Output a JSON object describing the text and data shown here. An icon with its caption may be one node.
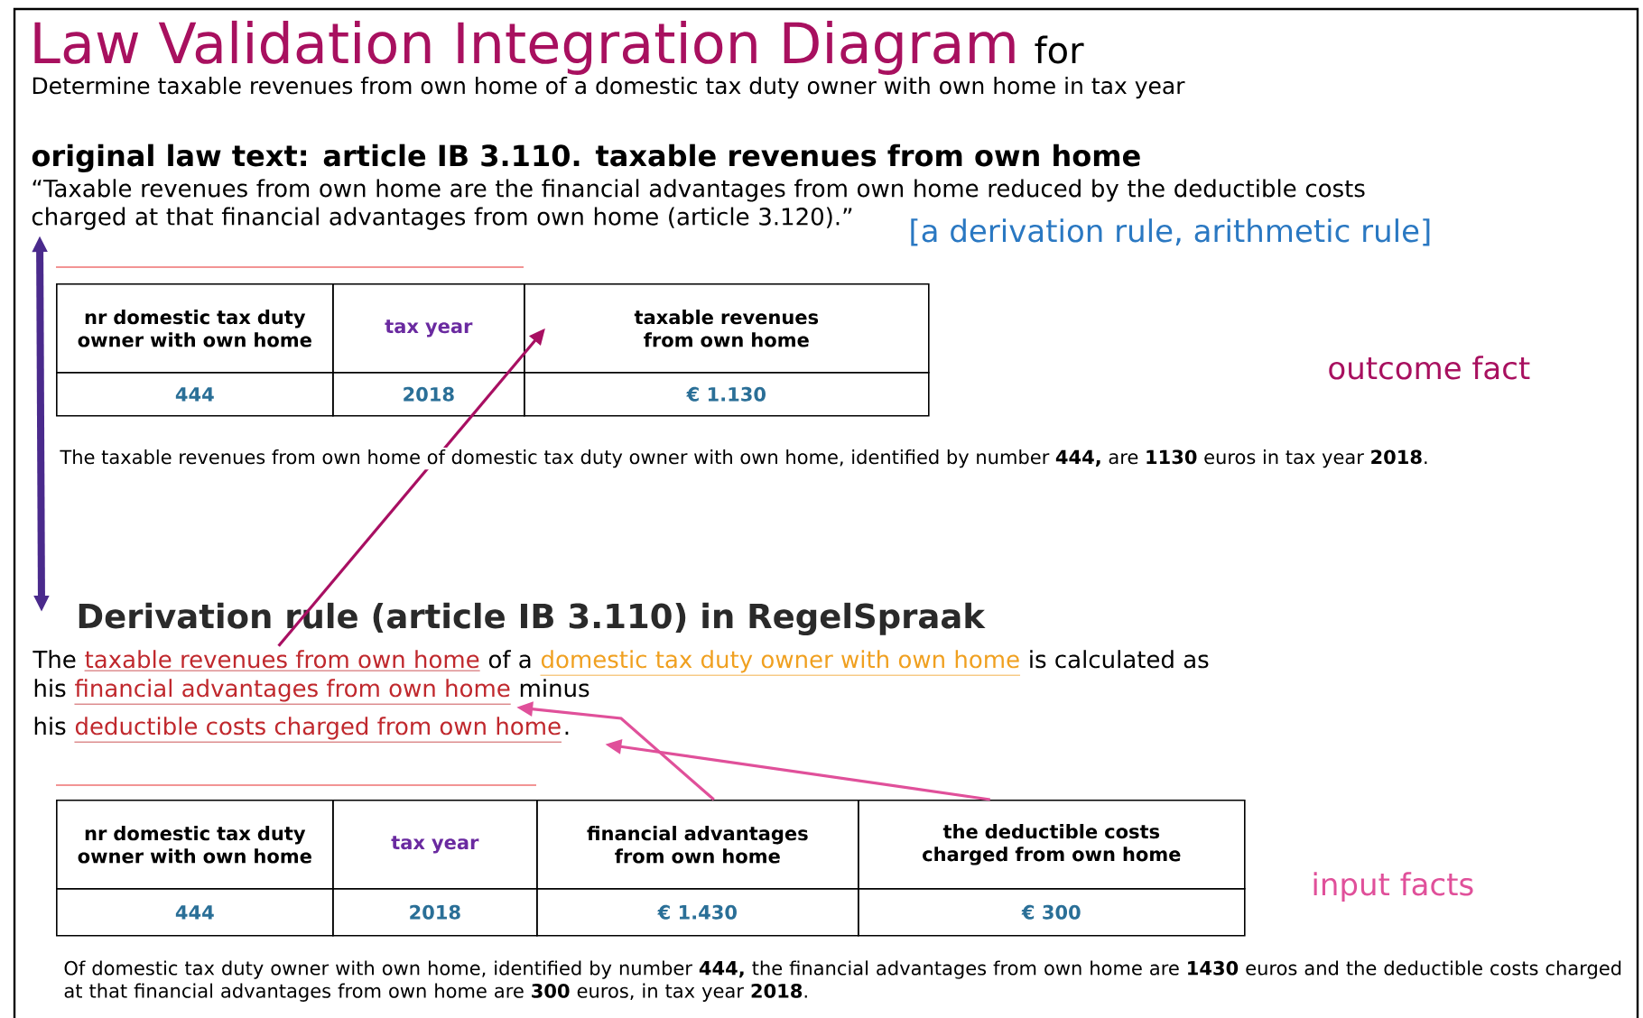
{
  "diagram": {
    "title": "Law Validation Integration Diagram",
    "nodes": [
      {
        "text": [
          "“Taxable revenues from own home are the financial advantages from own home reduced by the deductible costs charged at that financial advantages from own home (article 3.120).”"
        ]
      },
      {
        "text": [
          "taxable revenues from own home"
        ]
      },
      {
        "text": [
          "Derivation rule (article IB 3.110) in RegelSpraak"
        ]
      },
      {
        "text": [
          "taxable revenues from own home"
        ]
      },
      {
        "text": [
          "financial advantages from own home"
        ]
      },
      {
        "text": [
          "deductible costs charged from own home"
        ]
      },
      {
        "text": [
          "financial advantages from own home"
        ]
      },
      {
        "text": [
          "the deductible costs charged from own home"
        ]
      }
    ],
    "edges": [
      {
        "from": 0,
        "to": 2,
        "arrow": "both",
        "style": "thick",
        "color": "#4a2a8c"
      },
      {
        "from": 3,
        "to": 1,
        "arrow": "to",
        "color": "#a80f62"
      },
      {
        "from": 6,
        "to": 4,
        "arrow": "to",
        "color": "#e0509a"
      },
      {
        "from": 7,
        "to": 5,
        "arrow": "to",
        "color": "#e0509a"
      }
    ],
    "labels": [
      "for",
      "Determine taxable revenues from own home of a domestic tax duty owner with own home in tax year",
      "original law text: article IB 3.110. taxable revenues from own home",
      "[a derivation rule, arithmetic rule]",
      "nr domestic tax duty owner with own home",
      "tax year",
      "444",
      "2018",
      "€ 1.130",
      "outcome fact",
      "The taxable revenues from own home of domestic tax duty owner with own home, identified by number **444,** are **1130** euros in tax year **2018**.",
      "The",
      "of a",
      "domestic tax duty owner with own home",
      "is calculated as",
      "his",
      "minus",
      "his",
      ".",
      "nr domestic tax duty owner with own home",
      "tax year",
      "444",
      "2018",
      "€ 1.430",
      "€ 300",
      "input facts",
      "Of domestic tax duty owner with own home, identified by number **444,** the financial advantages from own home are **1430** euros and the deductible costs charged at that financial advantages from own home are **300** euros, in tax year **2018**."
    ]
  }
}
